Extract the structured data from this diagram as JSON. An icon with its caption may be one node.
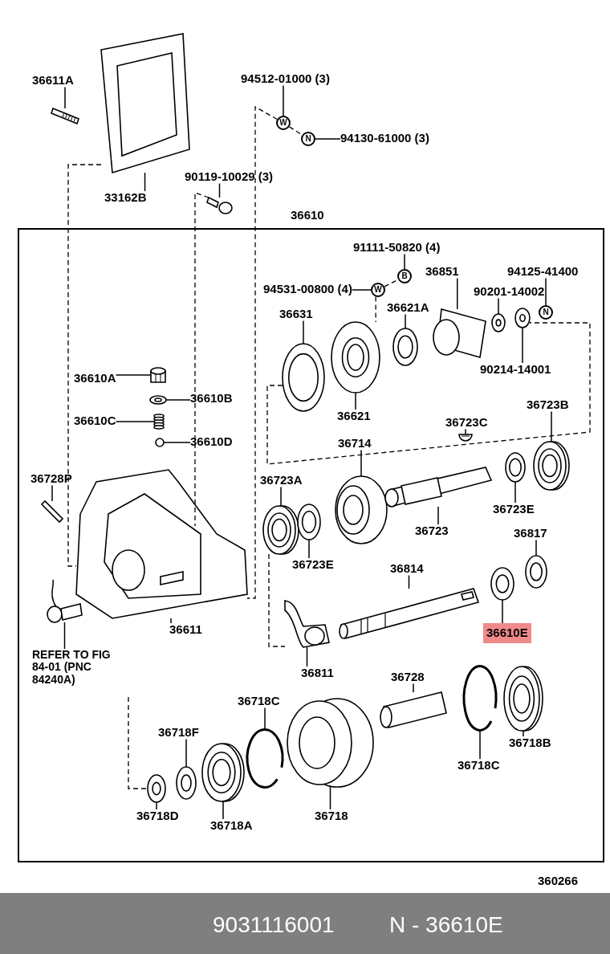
{
  "diagram": {
    "nodes": [
      {
        "text": [
          "36610"
        ]
      },
      {
        "text": [
          "36611A"
        ]
      },
      {
        "text": [
          "33162B"
        ]
      },
      {
        "text": [
          "94512-01000 (3)"
        ]
      },
      {
        "text": [
          "94130-61000 (3)"
        ]
      },
      {
        "text": [
          "90119-10029 (3)"
        ]
      },
      {
        "text": [
          "91111-50820 (4)"
        ],
        "in": 0
      },
      {
        "text": [
          "94531-00800 (4)"
        ],
        "in": 0
      },
      {
        "text": [
          "36851"
        ],
        "in": 0
      },
      {
        "text": [
          "94125-41400"
        ],
        "in": 0
      },
      {
        "text": [
          "90201-14002"
        ],
        "in": 0
      },
      {
        "text": [
          "36621A"
        ],
        "in": 0
      },
      {
        "text": [
          "36631"
        ],
        "in": 0
      },
      {
        "text": [
          "90214-14001"
        ],
        "in": 0
      },
      {
        "text": [
          "36621"
        ],
        "in": 0
      },
      {
        "text": [
          "36610A"
        ],
        "in": 0
      },
      {
        "text": [
          "36610B"
        ],
        "in": 0
      },
      {
        "text": [
          "36610C"
        ],
        "in": 0
      },
      {
        "text": [
          "36610D"
        ],
        "in": 0
      },
      {
        "text": [
          "36723C"
        ],
        "in": 0
      },
      {
        "text": [
          "36723B"
        ],
        "in": 0
      },
      {
        "text": [
          "36714"
        ],
        "in": 0
      },
      {
        "text": [
          "36728P"
        ],
        "in": 0
      },
      {
        "text": [
          "36723A"
        ],
        "in": 0
      },
      {
        "text": [
          "36723E"
        ],
        "in": 0
      },
      {
        "text": [
          "36723"
        ],
        "in": 0
      },
      {
        "text": [
          "36817"
        ],
        "in": 0
      },
      {
        "text": [
          "36723E"
        ],
        "in": 0
      },
      {
        "text": [
          "36814"
        ],
        "in": 0
      },
      {
        "text": [
          "36611"
        ],
        "in": 0
      },
      {
        "text": [
          "36610E"
        ],
        "in": 0
      },
      {
        "text": [
          "REFER TO FIG 84-01 (PNC 84240A)"
        ],
        "in": 0
      },
      {
        "text": [
          "36811"
        ],
        "in": 0
      },
      {
        "text": [
          "36728"
        ],
        "in": 0
      },
      {
        "text": [
          "36718C"
        ],
        "in": 0
      },
      {
        "text": [
          "36718F"
        ],
        "in": 0
      },
      {
        "text": [
          "36718B"
        ],
        "in": 0
      },
      {
        "text": [
          "36718C"
        ],
        "in": 0
      },
      {
        "text": [
          "36718D"
        ],
        "in": 0
      },
      {
        "text": [
          "36718A"
        ],
        "in": 0
      },
      {
        "text": [
          "36718"
        ],
        "in": 0
      },
      {
        "text": [
          "W"
        ]
      },
      {
        "text": [
          "N"
        ]
      },
      {
        "text": [
          "W"
        ],
        "in": 0
      },
      {
        "text": [
          "B"
        ],
        "in": 0
      },
      {
        "text": [
          "N"
        ],
        "in": 0
      },
      {
        "text": [],
        "shape": "picture"
      },
      {
        "text": [],
        "shape": "picture"
      },
      {
        "text": [],
        "shape": "picture"
      },
      {
        "text": [],
        "shape": "picture",
        "in": 0
      },
      {
        "text": [],
        "shape": "picture",
        "in": 0
      },
      {
        "text": [],
        "shape": "picture",
        "in": 0
      },
      {
        "text": [],
        "shape": "picture",
        "in": 0
      },
      {
        "text": [],
        "shape": "picture",
        "in": 0
      },
      {
        "text": [],
        "shape": "picture",
        "in": 0
      },
      {
        "text": [],
        "shape": "picture",
        "in": 0
      },
      {
        "text": [],
        "shape": "picture",
        "in": 0
      },
      {
        "text": [],
        "shape": "picture",
        "in": 0
      },
      {
        "text": [],
        "shape": "picture",
        "in": 0
      },
      {
        "text": [],
        "shape": "picture",
        "in": 0
      },
      {
        "text": [],
        "shape": "picture",
        "in": 0
      },
      {
        "text": [],
        "shape": "picture",
        "in": 0
      },
      {
        "text": [],
        "shape": "picture",
        "in": 0
      },
      {
        "text": [],
        "shape": "picture",
        "in": 0
      },
      {
        "text": [],
        "shape": "picture",
        "in": 0
      },
      {
        "text": [],
        "shape": "picture",
        "in": 0
      },
      {
        "text": [],
        "shape": "picture",
        "in": 0
      },
      {
        "text": [],
        "shape": "picture",
        "in": 0
      },
      {
        "text": [],
        "shape": "picture",
        "in": 0
      },
      {
        "text": [],
        "shape": "picture",
        "in": 0
      },
      {
        "text": [],
        "shape": "picture",
        "in": 0
      },
      {
        "text": [],
        "shape": "picture",
        "in": 0
      },
      {
        "text": [],
        "shape": "picture",
        "in": 0
      },
      {
        "text": [],
        "shape": "picture",
        "in": 0
      },
      {
        "text": [],
        "shape": "picture",
        "in": 0
      },
      {
        "text": [],
        "shape": "picture",
        "in": 0
      },
      {
        "text": [],
        "shape": "picture",
        "in": 0
      },
      {
        "text": [],
        "shape": "picture",
        "in": 0
      },
      {
        "text": [],
        "shape": "picture",
        "in": 0
      },
      {
        "text": [],
        "shape": "picture",
        "in": 0
      },
      {
        "text": [],
        "shape": "picture",
        "in": 0
      }
    ],
    "edges": [
      {
        "from": 1,
        "to": 46,
        "arrow": "none"
      },
      {
        "from": 2,
        "to": 47,
        "arrow": "none"
      },
      {
        "from": 3,
        "to": 41,
        "arrow": "none"
      },
      {
        "from": 4,
        "to": 42,
        "arrow": "none"
      },
      {
        "from": 5,
        "to": 48,
        "arrow": "none"
      },
      {
        "from": 6,
        "to": 44,
        "arrow": "none"
      },
      {
        "from": 7,
        "to": 43,
        "arrow": "none"
      },
      {
        "from": 8,
        "to": 49,
        "arrow": "none"
      },
      {
        "from": 9,
        "to": 45,
        "arrow": "none"
      },
      {
        "from": 10,
        "to": 50,
        "arrow": "none"
      },
      {
        "from": 11,
        "to": 51,
        "arrow": "none"
      },
      {
        "from": 12,
        "to": 52,
        "arrow": "none"
      },
      {
        "from": 13,
        "to": 53,
        "arrow": "none"
      },
      {
        "from": 14,
        "to": 54,
        "arrow": "none"
      },
      {
        "from": 15,
        "to": 55,
        "arrow": "none"
      },
      {
        "from": 16,
        "to": 56,
        "arrow": "none"
      },
      {
        "from": 17,
        "to": 57,
        "arrow": "none"
      },
      {
        "from": 18,
        "to": 58,
        "arrow": "none"
      },
      {
        "from": 19,
        "to": 59,
        "arrow": "none"
      },
      {
        "from": 20,
        "to": 60,
        "arrow": "none"
      },
      {
        "from": 21,
        "to": 61,
        "arrow": "none"
      },
      {
        "from": 22,
        "to": 62,
        "arrow": "none"
      },
      {
        "from": 23,
        "to": 63,
        "arrow": "none"
      },
      {
        "from": 24,
        "to": 64,
        "arrow": "none"
      },
      {
        "from": 25,
        "to": 65,
        "arrow": "none"
      },
      {
        "from": 26,
        "to": 66,
        "arrow": "none"
      },
      {
        "from": 27,
        "to": 67,
        "arrow": "none"
      },
      {
        "from": 28,
        "to": 68,
        "arrow": "none"
      },
      {
        "from": 29,
        "to": 69,
        "arrow": "none"
      },
      {
        "from": 30,
        "to": 70,
        "arrow": "none"
      },
      {
        "from": 31,
        "to": 71,
        "arrow": "none"
      },
      {
        "from": 32,
        "to": 72,
        "arrow": "none"
      },
      {
        "from": 33,
        "to": 73,
        "arrow": "none"
      },
      {
        "from": 34,
        "to": 74,
        "arrow": "none"
      },
      {
        "from": 35,
        "to": 75,
        "arrow": "none"
      },
      {
        "from": 36,
        "to": 76,
        "arrow": "none"
      },
      {
        "from": 37,
        "to": 77,
        "arrow": "none"
      },
      {
        "from": 38,
        "to": 78,
        "arrow": "none"
      },
      {
        "from": 39,
        "to": 79,
        "arrow": "none"
      },
      {
        "from": 40,
        "to": 80,
        "arrow": "none"
      },
      {
        "from": 41,
        "to": 42,
        "arrow": "none",
        "style": "dashed"
      },
      {
        "from": 43,
        "to": 44,
        "arrow": "none",
        "style": "dashed"
      },
      {
        "from": 47,
        "to": 69,
        "arrow": "none",
        "style": "dashed"
      },
      {
        "from": 48,
        "to": 69,
        "arrow": "none",
        "style": "dashed"
      },
      {
        "from": 41,
        "to": 69,
        "arrow": "none",
        "style": "dashed"
      },
      {
        "from": 43,
        "to": 54,
        "arrow": "none",
        "style": "dashed"
      },
      {
        "from": 52,
        "to": 53,
        "arrow": "none",
        "style": "dashed"
      },
      {
        "from": 63,
        "to": 72,
        "arrow": "none",
        "style": "dashed"
      },
      {
        "from": null,
        "to": 78,
        "arrow": "none",
        "style": "dashed"
      }
    ],
    "labels": [
      "360266",
      "9031116001",
      "N - 36610E"
    ]
  }
}
